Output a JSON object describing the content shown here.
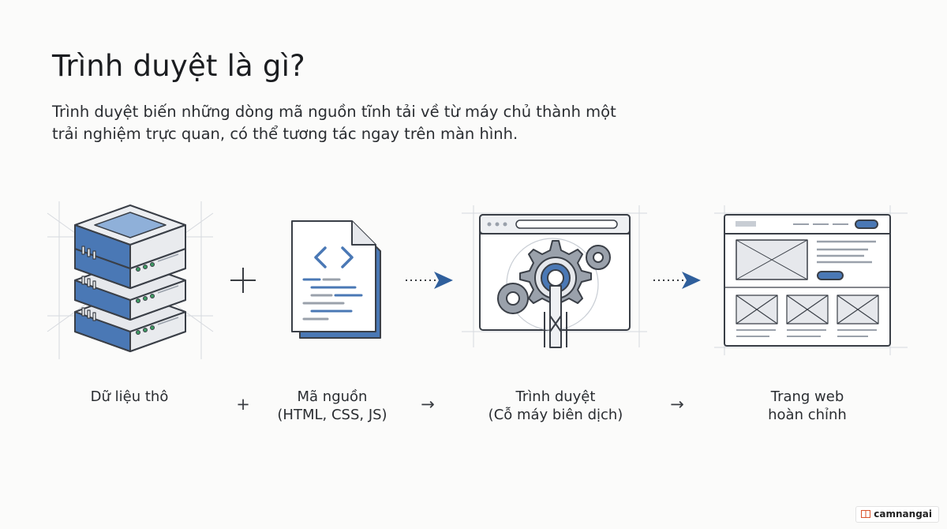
{
  "title": "Trình duyệt là gì?",
  "subtitle": "Trình duyệt biến những dòng mã nguồn tĩnh tải về từ máy chủ thành một trải nghiệm trực quan, có thể tương tác ngay trên màn hình.",
  "steps": [
    {
      "line1": "Dữ liệu thô",
      "line2": "",
      "icon": "server-icon"
    },
    {
      "line1": "Mã nguồn",
      "line2": "(HTML, CSS, JS)",
      "icon": "code-file-icon"
    },
    {
      "line1": "Trình duyệt",
      "line2": "(Cỗ máy biên dịch)",
      "icon": "browser-gears-icon"
    },
    {
      "line1": "Trang web",
      "line2": "hoàn chỉnh",
      "icon": "webpage-icon"
    }
  ],
  "operators": [
    "+",
    "→",
    "→"
  ],
  "colors": {
    "accent": "#4a78b5",
    "dark": "#3a3f47",
    "light": "#e9ebee"
  },
  "brand": "camnangai"
}
